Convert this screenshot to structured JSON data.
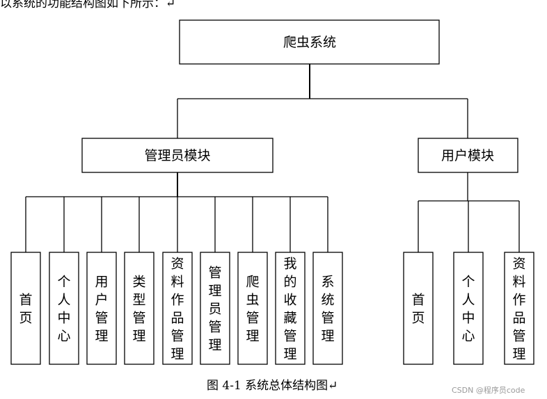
{
  "top_text": "以系统的功能结构图如下所示：↵",
  "caption": "图 4-1  系统总体结构图↵",
  "watermark": "CSDN @程序员code",
  "root": {
    "label": "爬虫系统"
  },
  "modules": [
    {
      "label": "管理员模块",
      "children": [
        "首页",
        "个人中心",
        "用户管理",
        "类型管理",
        "资料作品管理",
        "管理员管理",
        "爬虫管理",
        "我的收藏管理",
        "系统管理"
      ]
    },
    {
      "label": "用户模块",
      "children": [
        "首页",
        "个人中心",
        "资料作品管理"
      ]
    }
  ]
}
